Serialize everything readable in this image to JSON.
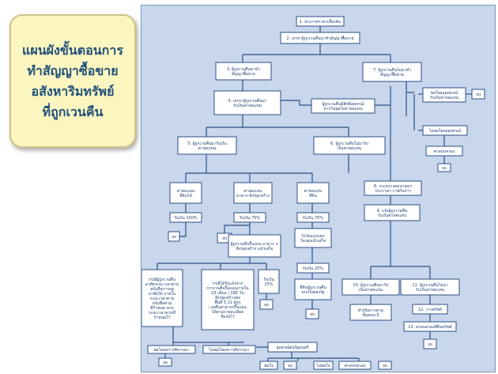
{
  "title": {
    "lines": [
      "แผนผังขั้นตอนการ",
      "ทำสัญญาซื้อขาย",
      "อสังหาริมทรัพย์",
      "ที่ถูกเวนคืน"
    ]
  },
  "nodes": {
    "n1": "1. ประกาศราคาเบื้องต้น",
    "n2": "2. เจรจาผู้ถูกเวนคืนมาทำสัญญาซื้อขาย",
    "n3": [
      "3. ผู้ถูกเวนคืนมาทำ",
      "สัญญาซื้อขาย"
    ],
    "n4": [
      "4. เจรจาผู้ถูกเวนคืนมา",
      "รับเงินค่าทดแทน"
    ],
    "n4b": [
      "ผู้ถูกเวนคืนมีสิทธิ์อุทธรณ์",
      "หากไม่พอใจค่าทดแทน"
    ],
    "n5": [
      "5. ผู้ถูกเวนคืนมารับเงิน",
      "ค่าทดแทน"
    ],
    "n6": [
      "6. ผู้ถูกเวนคืนไม่มารับ",
      "เงินค่าทดแทน"
    ],
    "n7": [
      "7. ผู้ถูกเวนคืนไม่มาทำ",
      "สัญญาซื้อขาย"
    ],
    "n7a": [
      "พอใจผลอุทธรณ์",
      "รับเงินค่าทดแทน"
    ],
    "n7a_end": "จบ",
    "n7b": "ไม่พอใจผลอุทธรณ์",
    "n7c": "ศาลปกครอง",
    "n7c_end": "จบ",
    "n8": [
      "8. กระทรวงคมนาคมฯ",
      "ประกาศฯ ราชกิจจาฯ"
    ],
    "n9": [
      "9. แจ้งผู้ถูกเวนคืน",
      "รับเงินค่าทดแทน"
    ],
    "c1": [
      "ค่าทดแทน",
      "ที่ดินได้"
    ],
    "c2": [
      "ค่าทดแทน",
      "อาคาร-สิ่งปลูกสร้าง"
    ],
    "c3": [
      "ค่าทดแทน",
      "ที่ดิน"
    ],
    "p100": "รับเงิน 100%",
    "p100_end": "จบ",
    "p75a": "รับเงิน 75%",
    "p75a_end": "จบ",
    "p75b": "รับเงิน 75%",
    "rem_a": [
      "ผู้ถูกเวนคืนรื้อถอน อาคาร +",
      "สิ่งปลูกสร้าง แล้วเสร็จ"
    ],
    "rem_b": [
      "รังวัดแบ่งแยก",
      "โฉนดแล้วเสร็จ"
    ],
    "left1": [
      "กรณีผู้ถูกเวนคืน",
      "อาศัยระยะเวลาตาม",
      "หนังสือการอยู่",
      "อาศัยได้ ภายใน",
      "ระยะเวลาตาม",
      "หนังสือตาม",
      "ที่กำหนด ครบ",
      "ระยะเวลาตามที่",
      "กำหนดไว้"
    ],
    "left2": [
      "กรณีได้รับแจ้งจาก",
      "การเวนคืนรื้อถอนภายใน",
      "23 เดือน / 180 วัน",
      "สิ่งปลูกสร้างต่อ",
      "พื้นที่ 5 11 ผู้ถูก",
      "เวนคืนสามารถรื้อถอน",
      "ได้ตามรายละเอียด",
      "ที่แจ้งไว้"
    ],
    "p25a": [
      "รับเงิน",
      "25%"
    ],
    "p25a_end": "จบ",
    "p25b": "รับเงิน 25%",
    "land_pay": [
      "ที่ดินผู้ถูกเวนคืน",
      "ตกเป็นของรัฐ"
    ],
    "land_pay_end": "จบ",
    "n10": [
      "10. ผู้ถูกเวนคืนมารับ",
      "เงินค่าทดแทน"
    ],
    "n10a": [
      "ดำเนินการตาม",
      "ขั้นตอน 5"
    ],
    "n11": [
      "11. ผู้ถูกเวนคืนไม่มา",
      "รับเงินค่าทดแทน"
    ],
    "n12": "12. วางทรัพย์",
    "n13": "13. ครอบครองที่ดินทรัพย์",
    "n13_end": "จบ",
    "b1": "พอใจผลการพิจารณา",
    "b1_end": "จบ",
    "b2": "ไม่พอใจผลการพิจารณา",
    "b3": "อุทธรณ์ต่อรัฐมนตรี",
    "b3a": "พอใจ",
    "b3a_end": "จบ",
    "b3b": "ไม่พอใจ",
    "b3c": "ศาลปกครอง",
    "b3c_end": "จบ"
  }
}
